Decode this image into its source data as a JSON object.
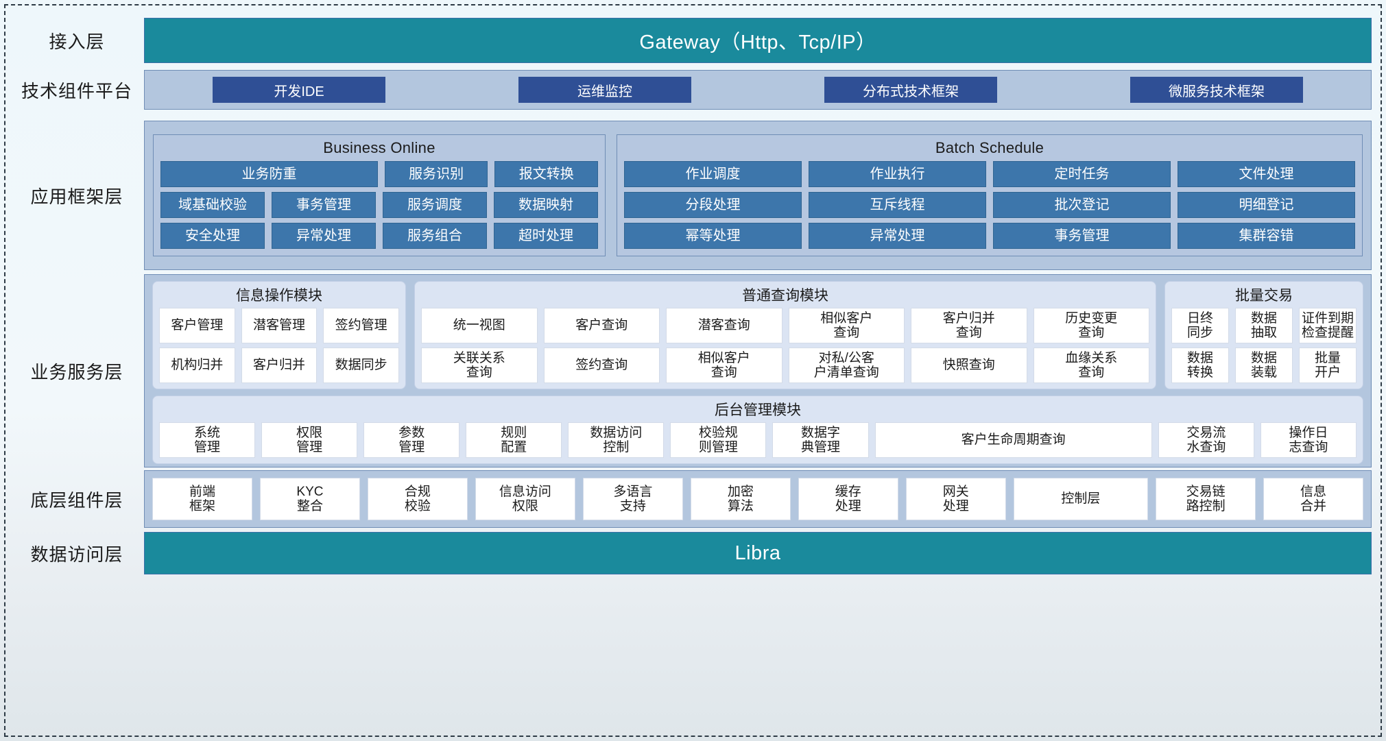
{
  "layers": [
    {
      "label": "接入层"
    },
    {
      "label": "技术组件平台"
    },
    {
      "label": "应用框架层"
    },
    {
      "label": "业务服务层"
    },
    {
      "label": "底层组件层"
    },
    {
      "label": "数据访问层"
    }
  ],
  "gateway": {
    "title": "Gateway（Http、Tcp/IP）"
  },
  "tech_platform": {
    "buttons": [
      {
        "label": "开发IDE"
      },
      {
        "label": "运维监控"
      },
      {
        "label": "分布式技术框架"
      },
      {
        "label": "微服务技术框架"
      }
    ]
  },
  "app_framework": {
    "groups": [
      {
        "title": "Business Online",
        "rows": [
          [
            {
              "label": "业务防重",
              "span": 2
            },
            {
              "label": "服务识别"
            },
            {
              "label": "报文转换"
            }
          ],
          [
            {
              "label": "域基础校验"
            },
            {
              "label": "事务管理"
            },
            {
              "label": "服务调度"
            },
            {
              "label": "数据映射"
            }
          ],
          [
            {
              "label": "安全处理"
            },
            {
              "label": "异常处理"
            },
            {
              "label": "服务组合"
            },
            {
              "label": "超时处理"
            }
          ]
        ]
      },
      {
        "title": "Batch Schedule",
        "rows": [
          [
            {
              "label": "作业调度"
            },
            {
              "label": "作业执行"
            },
            {
              "label": "定时任务"
            },
            {
              "label": "文件处理"
            }
          ],
          [
            {
              "label": "分段处理"
            },
            {
              "label": "互斥线程"
            },
            {
              "label": "批次登记"
            },
            {
              "label": "明细登记"
            }
          ],
          [
            {
              "label": "幂等处理"
            },
            {
              "label": "异常处理"
            },
            {
              "label": "事务管理"
            },
            {
              "label": "集群容错"
            }
          ]
        ]
      }
    ]
  },
  "business_service": {
    "info_module": {
      "title": "信息操作模块",
      "rows": [
        [
          {
            "label": "客户管理"
          },
          {
            "label": "潜客管理"
          },
          {
            "label": "签约管理"
          }
        ],
        [
          {
            "label": "机构归并"
          },
          {
            "label": "客户归并"
          },
          {
            "label": "数据同步"
          }
        ]
      ]
    },
    "query_module": {
      "title": "普通查询模块",
      "rows": [
        [
          {
            "label": "统一视图"
          },
          {
            "label": "客户查询"
          },
          {
            "label": "潜客查询"
          },
          {
            "label": "相似客户\n查询"
          },
          {
            "label": "客户归并\n查询"
          },
          {
            "label": "历史变更\n查询"
          }
        ],
        [
          {
            "label": "关联关系\n查询"
          },
          {
            "label": "签约查询"
          },
          {
            "label": "相似客户\n查询"
          },
          {
            "label": "对私/公客\n户清单查询"
          },
          {
            "label": "快照查询"
          },
          {
            "label": "血缘关系\n查询"
          }
        ]
      ]
    },
    "batch_module": {
      "title": "批量交易",
      "rows": [
        [
          {
            "label": "日终\n同步"
          },
          {
            "label": "数据\n抽取"
          },
          {
            "label": "证件到期\n检查提醒"
          }
        ],
        [
          {
            "label": "数据\n转换"
          },
          {
            "label": "数据\n装载"
          },
          {
            "label": "批量\n开户"
          }
        ]
      ]
    },
    "admin_module": {
      "title": "后台管理模块",
      "rows": [
        [
          {
            "label": "系统\n管理"
          },
          {
            "label": "权限\n管理"
          },
          {
            "label": "参数\n管理"
          },
          {
            "label": "规则\n配置"
          },
          {
            "label": "数据访问\n控制"
          },
          {
            "label": "校验规\n则管理"
          },
          {
            "label": "数据字\n典管理"
          },
          {
            "label": "客户生命周期查询",
            "wide": 3
          },
          {
            "label": "交易流\n水查询"
          },
          {
            "label": "操作日\n志查询"
          }
        ]
      ]
    }
  },
  "bottom_components": {
    "cells": [
      {
        "label": "前端\n框架"
      },
      {
        "label": "KYC\n整合"
      },
      {
        "label": "合规\n校验"
      },
      {
        "label": "信息访问\n权限"
      },
      {
        "label": "多语言\n支持"
      },
      {
        "label": "加密\n算法"
      },
      {
        "label": "缓存\n处理"
      },
      {
        "label": "网关\n处理"
      },
      {
        "label": "控制层",
        "wide": true
      },
      {
        "label": "交易链\n路控制"
      },
      {
        "label": "信息\n合并"
      }
    ]
  },
  "data_access": {
    "title": "Libra"
  },
  "colors": {
    "teal": "#1a8a9c",
    "panel_blue": "#b3c6de",
    "dark_button": "#2f4f95",
    "framework_cell": "#3d76ab",
    "group_light": "#dbe4f3"
  }
}
